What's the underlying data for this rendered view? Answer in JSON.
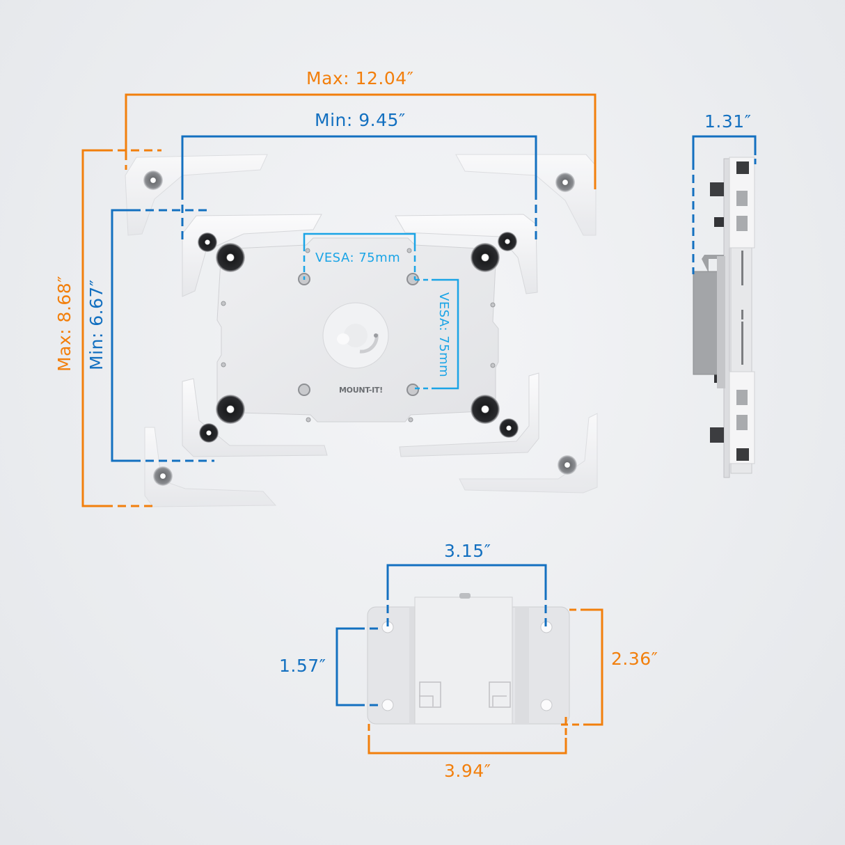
{
  "diagram": {
    "type": "product-dimension-diagram",
    "brand_label": "MOUNT-IT!",
    "colors": {
      "max_dimension": "#f27f0c",
      "min_dimension": "#1370c0",
      "vesa_dimension": "#1aa4e6",
      "background": "#eceef1"
    },
    "front_view": {
      "width_max": "Max: 12.04″",
      "width_min": "Min: 9.45″",
      "height_max": "Max: 8.68″",
      "height_min": "Min: 6.67″",
      "vesa_horizontal": "VESA: 75mm",
      "vesa_vertical": "VESA: 75mm"
    },
    "side_view": {
      "depth": "1.31″"
    },
    "wall_plate_view": {
      "hole_spacing_horizontal": "3.15″",
      "hole_spacing_vertical": "1.57″",
      "plate_width": "3.94″",
      "plate_height": "2.36″"
    }
  }
}
